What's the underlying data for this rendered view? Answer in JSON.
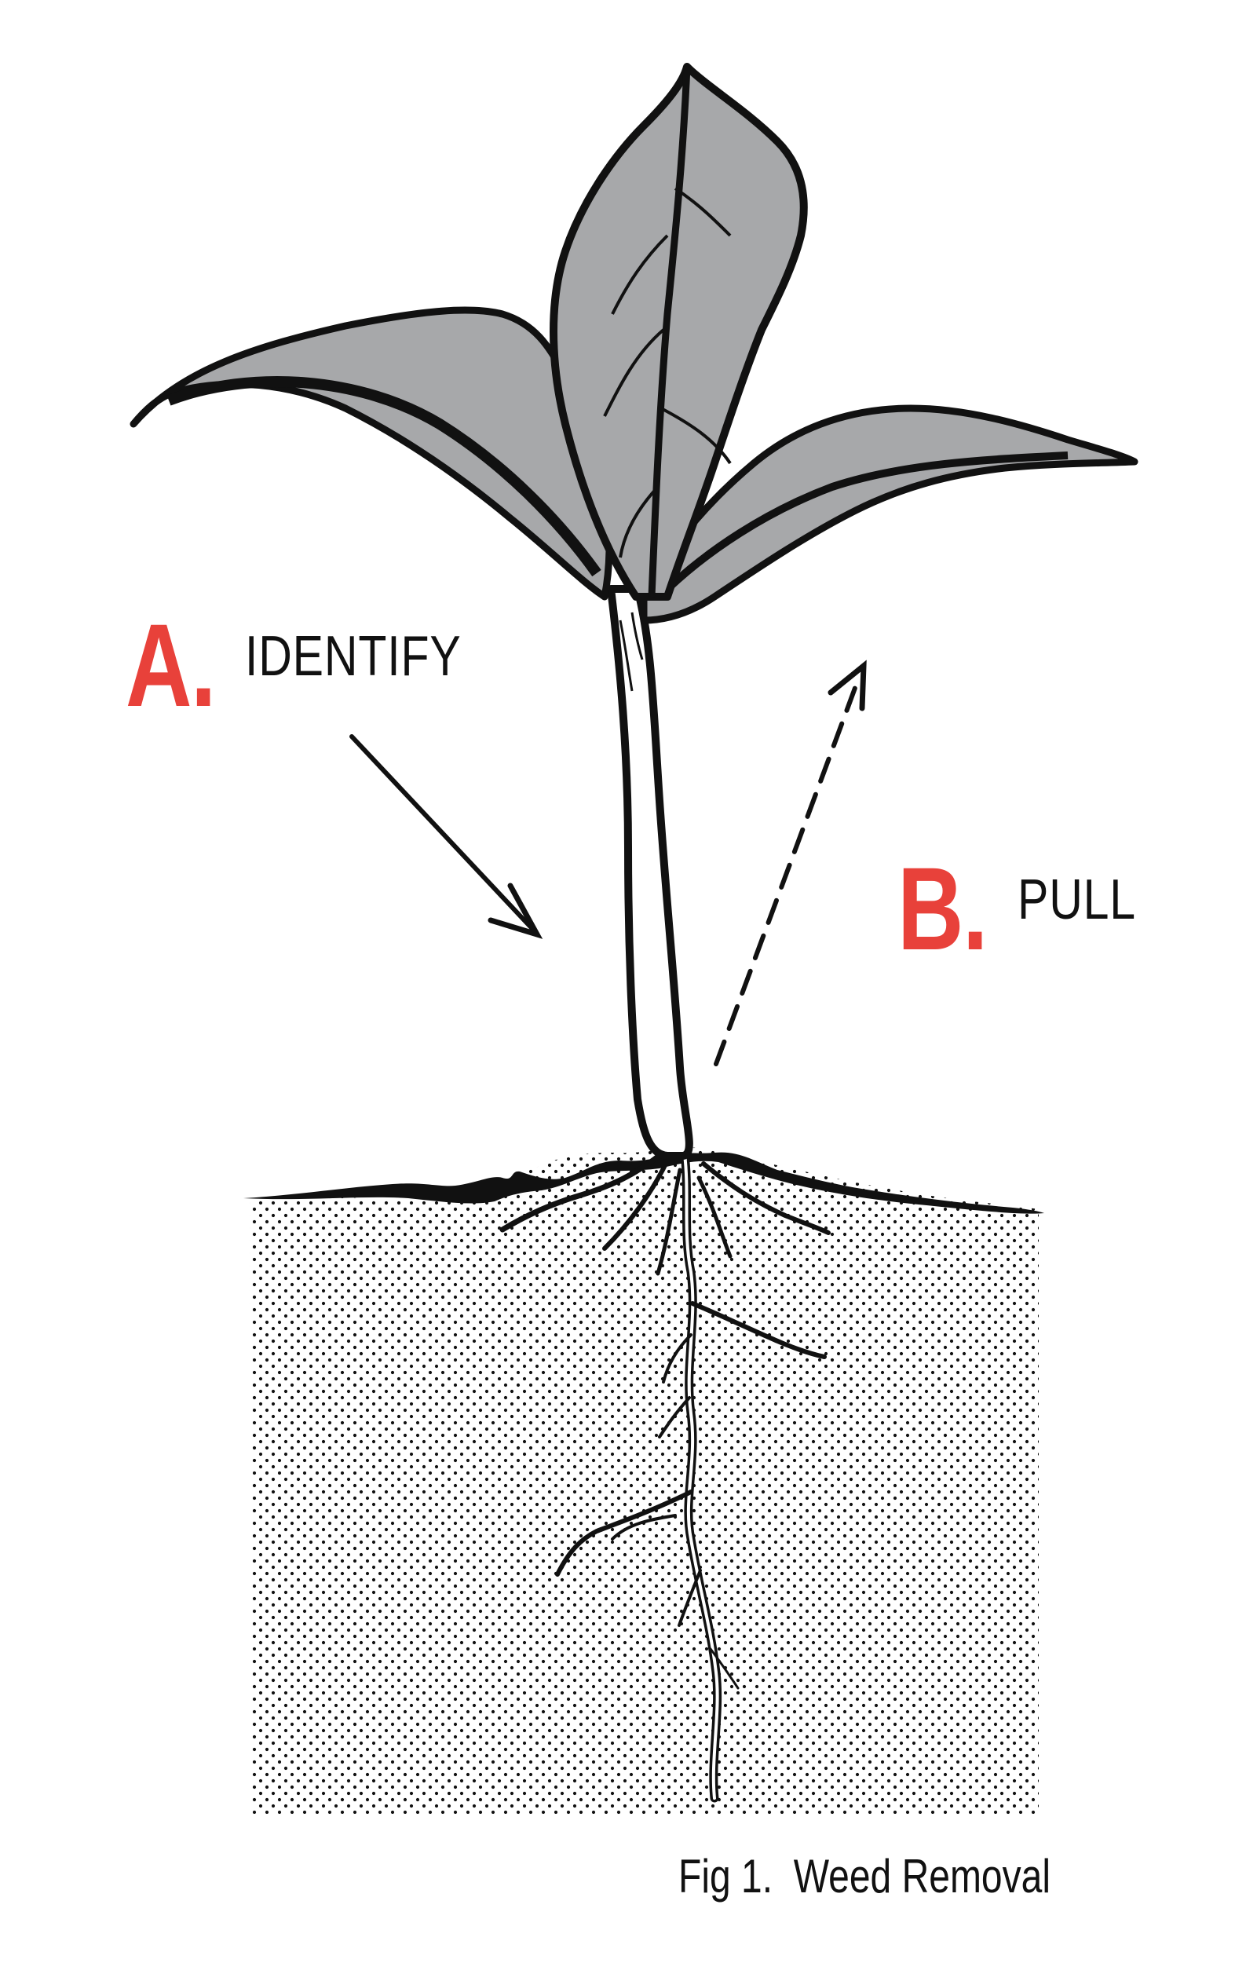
{
  "steps": [
    {
      "letter": "A.",
      "label": "IDENTIFY"
    },
    {
      "letter": "B.",
      "label": "PULL"
    }
  ],
  "caption": {
    "number": "Fig 1.",
    "title": "Weed Removal"
  },
  "colors": {
    "accent": "#e8413a",
    "ink": "#111111",
    "leaf": "#a7a8aa",
    "background": "#ffffff"
  }
}
